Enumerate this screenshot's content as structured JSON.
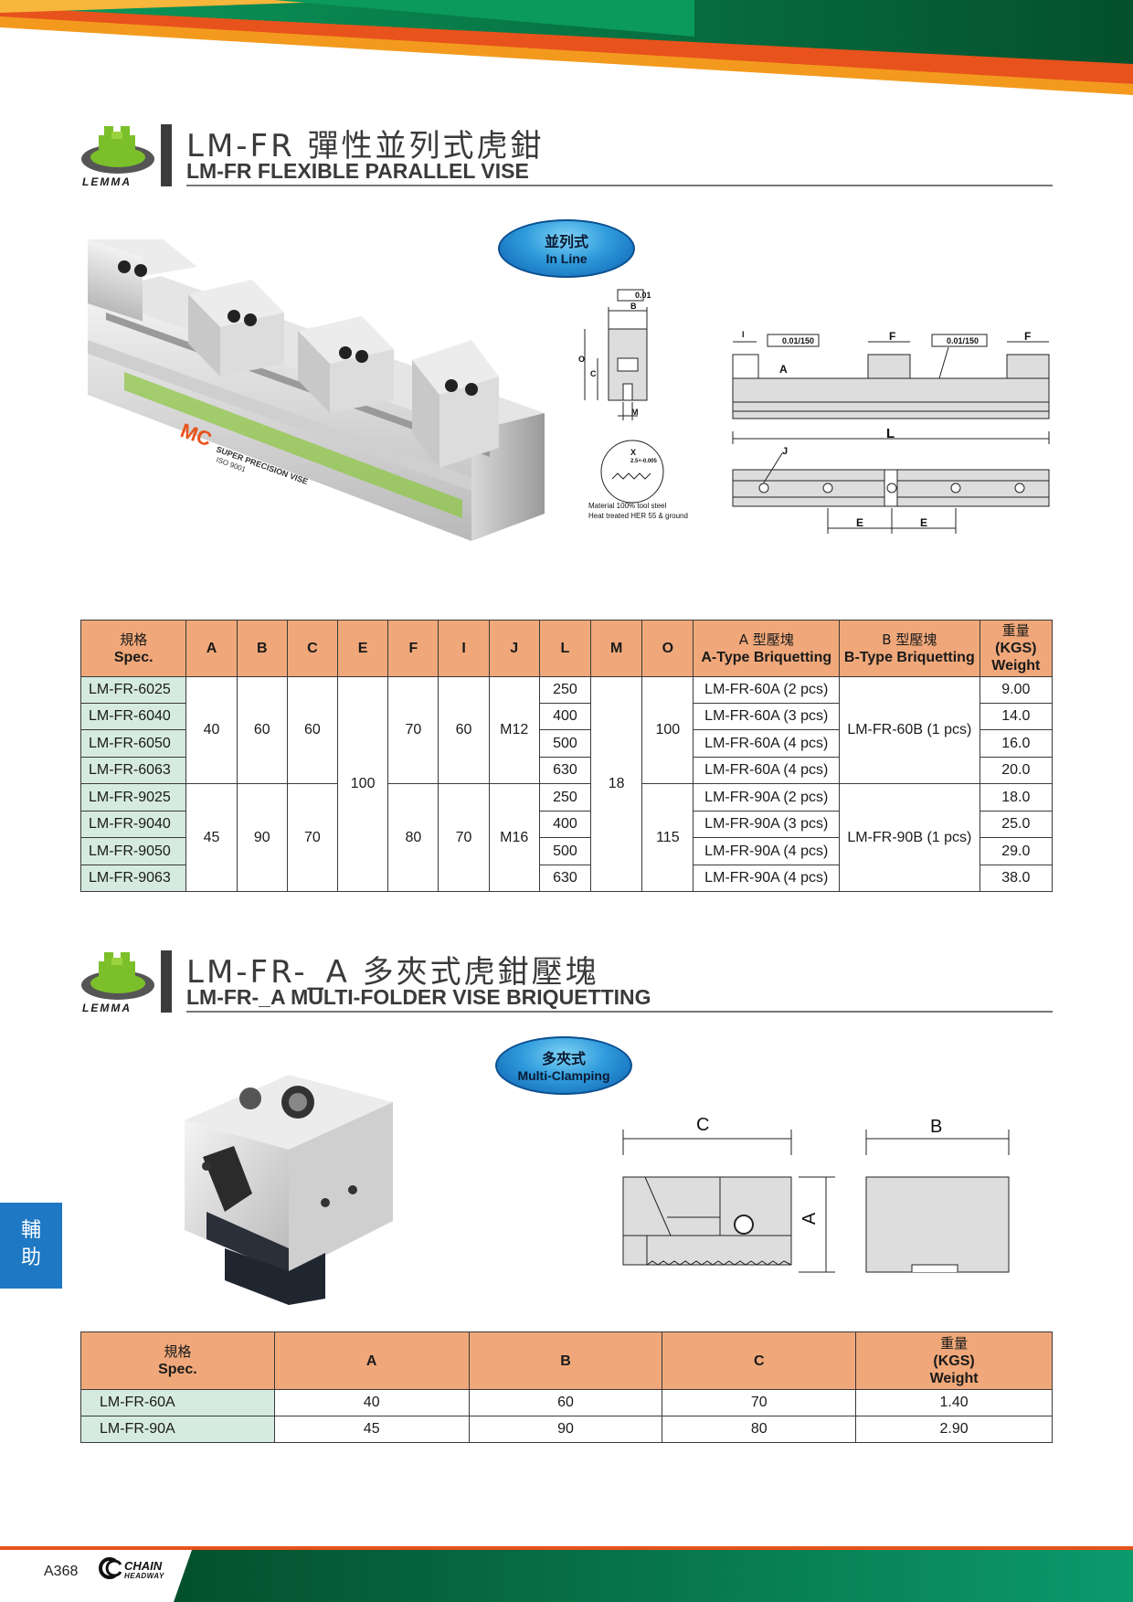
{
  "brand": {
    "wordmark": "LEMMA",
    "footer_brand_top": "CHAIN",
    "footer_brand_bottom": "HEADWAY"
  },
  "colors": {
    "header_orange": "#f0a87a",
    "model_green": "#d6ebe0",
    "tab_blue": "#1e78c4",
    "band_green": "#0a7a4a",
    "band_orange": "#e8521c"
  },
  "section1": {
    "title_cn": "LM-FR 彈性並列式虎鉗",
    "title_en": "LM-FR FLEXIBLE PARALLEL VISE",
    "badge_cn": "並列式",
    "badge_en": "In Line",
    "photo_text_mc": "MC",
    "photo_text_super": "SUPER PRECISION VISE",
    "photo_text_iso": "ISO 9001",
    "drawing": {
      "tol1": "0.01",
      "dim_b": "B",
      "dim_o": "O",
      "dim_c": "C",
      "dim_m": "M",
      "detail_x": "X",
      "detail_val": "2.5+-0.005",
      "note1": "Material 100% tool steel",
      "note2": "Heat treated HER 55 &  ground",
      "dim_i": "I",
      "tol2": "0.01/150",
      "dim_f": "F",
      "tol3": "0.01/150",
      "dim_f2": "F",
      "dim_a": "A",
      "dim_l": "L",
      "dim_j": "J",
      "dim_e1": "E",
      "dim_e2": "E"
    },
    "table": {
      "headers": {
        "spec_cn": "規格",
        "spec_en": "Spec.",
        "A": "A",
        "B": "B",
        "C": "C",
        "E": "E",
        "F": "F",
        "I": "I",
        "J": "J",
        "L": "L",
        "M": "M",
        "O": "O",
        "atype_cn": "A 型壓塊",
        "atype_en": "A-Type Briquetting",
        "btype_cn": "B 型壓塊",
        "btype_en": "B-Type Briquetting",
        "weight_cn": "重量",
        "weight_unit": "(KGS)",
        "weight_en": "Weight"
      },
      "rows": [
        {
          "spec": "LM-FR-6025",
          "L": "250",
          "atype": "LM-FR-60A (2 pcs)",
          "weight": "9.00"
        },
        {
          "spec": "LM-FR-6040",
          "L": "400",
          "atype": "LM-FR-60A (3 pcs)",
          "weight": "14.0"
        },
        {
          "spec": "LM-FR-6050",
          "L": "500",
          "atype": "LM-FR-60A (4 pcs)",
          "weight": "16.0"
        },
        {
          "spec": "LM-FR-6063",
          "L": "630",
          "atype": "LM-FR-60A (4 pcs)",
          "weight": "20.0"
        },
        {
          "spec": "LM-FR-9025",
          "L": "250",
          "atype": "LM-FR-90A (2 pcs)",
          "weight": "18.0"
        },
        {
          "spec": "LM-FR-9040",
          "L": "400",
          "atype": "LM-FR-90A (3 pcs)",
          "weight": "25.0"
        },
        {
          "spec": "LM-FR-9050",
          "L": "500",
          "atype": "LM-FR-90A (4 pcs)",
          "weight": "29.0"
        },
        {
          "spec": "LM-FR-9063",
          "L": "630",
          "atype": "LM-FR-90A (4 pcs)",
          "weight": "38.0"
        }
      ],
      "group60": {
        "A": "40",
        "B": "60",
        "C": "60",
        "F": "70",
        "I": "60",
        "J": "M12",
        "O": "100",
        "btype": "LM-FR-60B (1 pcs)"
      },
      "group90": {
        "A": "45",
        "B": "90",
        "C": "70",
        "F": "80",
        "I": "70",
        "J": "M16",
        "O": "115",
        "btype": "LM-FR-90B (1 pcs)"
      },
      "shared": {
        "E": "100",
        "M": "18"
      }
    }
  },
  "section2": {
    "title_cn": "LM-FR-_A 多夾式虎鉗壓塊",
    "title_en": "LM-FR-_A MULTI-FOLDER VISE BRIQUETTING",
    "badge_cn": "多夾式",
    "badge_en": "Multi-Clamping",
    "drawing": {
      "dim_c": "C",
      "dim_b": "B",
      "dim_a": "A"
    },
    "table": {
      "headers": {
        "spec_cn": "規格",
        "spec_en": "Spec.",
        "A": "A",
        "B": "B",
        "C": "C",
        "weight_cn": "重量",
        "weight_unit": "(KGS)",
        "weight_en": "Weight"
      },
      "rows": [
        {
          "spec": "LM-FR-60A",
          "A": "40",
          "B": "60",
          "C": "70",
          "weight": "1.40"
        },
        {
          "spec": "LM-FR-90A",
          "A": "45",
          "B": "90",
          "C": "80",
          "weight": "2.90"
        }
      ]
    }
  },
  "side_tab": {
    "line1": "輔",
    "line2": "助"
  },
  "footer": {
    "page": "A368"
  }
}
